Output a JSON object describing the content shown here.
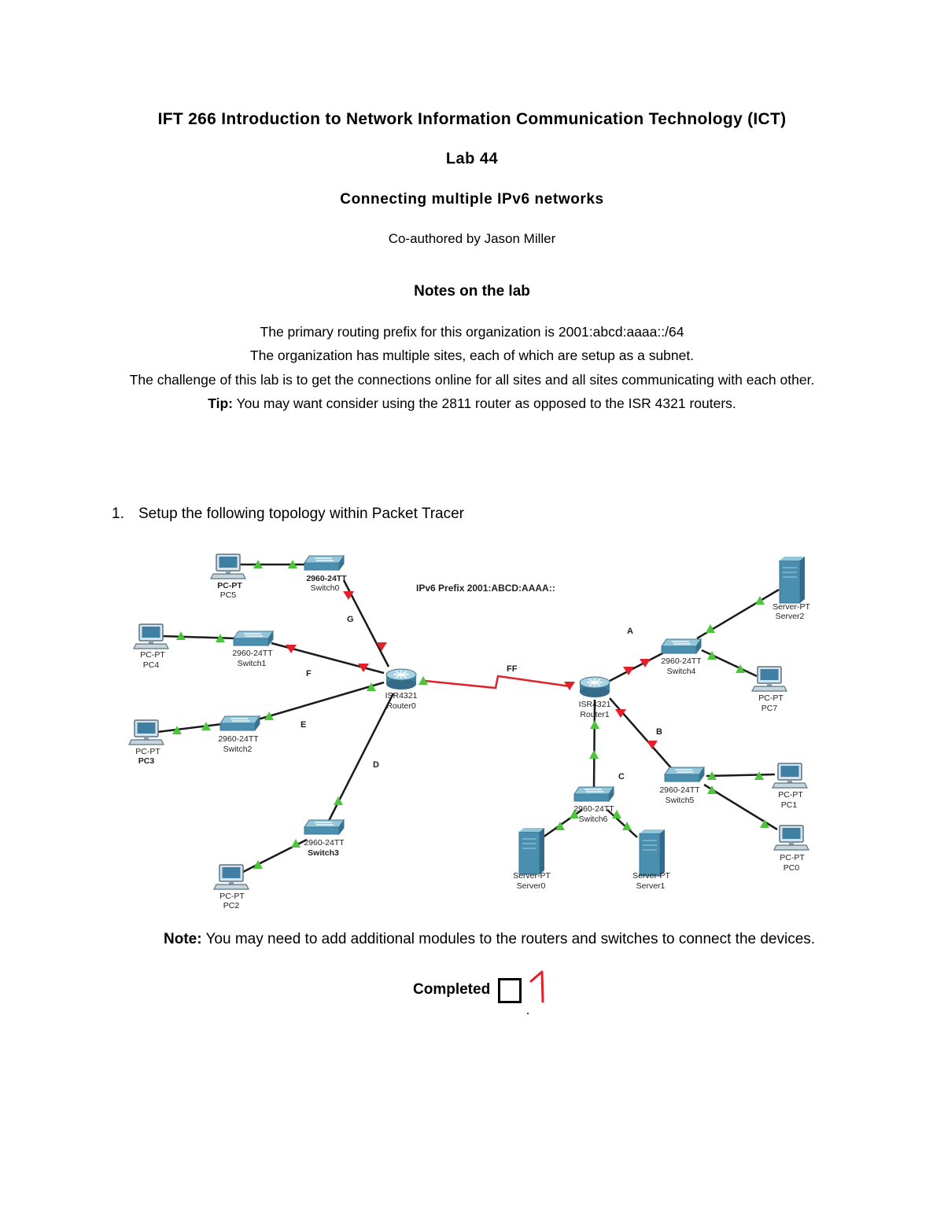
{
  "header": {
    "title": "IFT 266 Introduction to Network Information Communication Technology (ICT)",
    "lab": "Lab 44",
    "subtitle": "Connecting multiple IPv6 networks",
    "author": "Co-authored by Jason Miller"
  },
  "notes": {
    "heading": "Notes on the lab",
    "lines": [
      "The primary routing prefix for this organization is 2001:abcd:aaaa::/64",
      "The organization has multiple sites, each of which are setup as a subnet.",
      "The challenge of this lab is to get the connections online for all sites and all sites communicating with each other."
    ],
    "tip_label": "Tip:",
    "tip_text": " You may want consider using the 2811 router as opposed to the ISR 4321 routers."
  },
  "step": {
    "number": "1.",
    "text": "Setup the following topology within Packet Tracer"
  },
  "diagram": {
    "prefix_label": "IPv6 Prefix 2001:ABCD:AAAA::",
    "link_labels": [
      "G",
      "F",
      "E",
      "D",
      "FF",
      "A",
      "B",
      "C"
    ],
    "routers": [
      {
        "model": "ISR4321",
        "name": "Router0"
      },
      {
        "model": "ISR4321",
        "name": "Router1"
      }
    ],
    "switches": [
      {
        "model": "2960-24TT",
        "name": "Switch0"
      },
      {
        "model": "2960-24TT",
        "name": "Switch1"
      },
      {
        "model": "2960-24TT",
        "name": "Switch2"
      },
      {
        "model": "2960-24TT",
        "name": "Switch3"
      },
      {
        "model": "2960-24TT",
        "name": "Switch4"
      },
      {
        "model": "2960-24TT",
        "name": "Switch5"
      },
      {
        "model": "2960-24TT",
        "name": "Switch6"
      }
    ],
    "pcs": [
      {
        "model": "PC-PT",
        "name": "PC5"
      },
      {
        "model": "PC-PT",
        "name": "PC4"
      },
      {
        "model": "PC-PT",
        "name": "PC3"
      },
      {
        "model": "PC-PT",
        "name": "PC2"
      },
      {
        "model": "PC-PT",
        "name": "PC7"
      },
      {
        "model": "PC-PT",
        "name": "PC1"
      },
      {
        "model": "PC-PT",
        "name": "PC0"
      }
    ],
    "servers": [
      {
        "model": "Server-PT",
        "name": "Server2"
      },
      {
        "model": "Server-PT",
        "name": "Server0"
      },
      {
        "model": "Server-PT",
        "name": "Server1"
      }
    ],
    "colors": {
      "link_up": "#4cc43c",
      "link_down": "#e0202a",
      "serial": "#e0202a",
      "device": "#4b8fb0"
    }
  },
  "note": {
    "label": "Note:",
    "text": " You may need to add additional modules to the routers and switches to connect the devices."
  },
  "completed": {
    "label": "Completed",
    "handwritten_mark": "1"
  }
}
